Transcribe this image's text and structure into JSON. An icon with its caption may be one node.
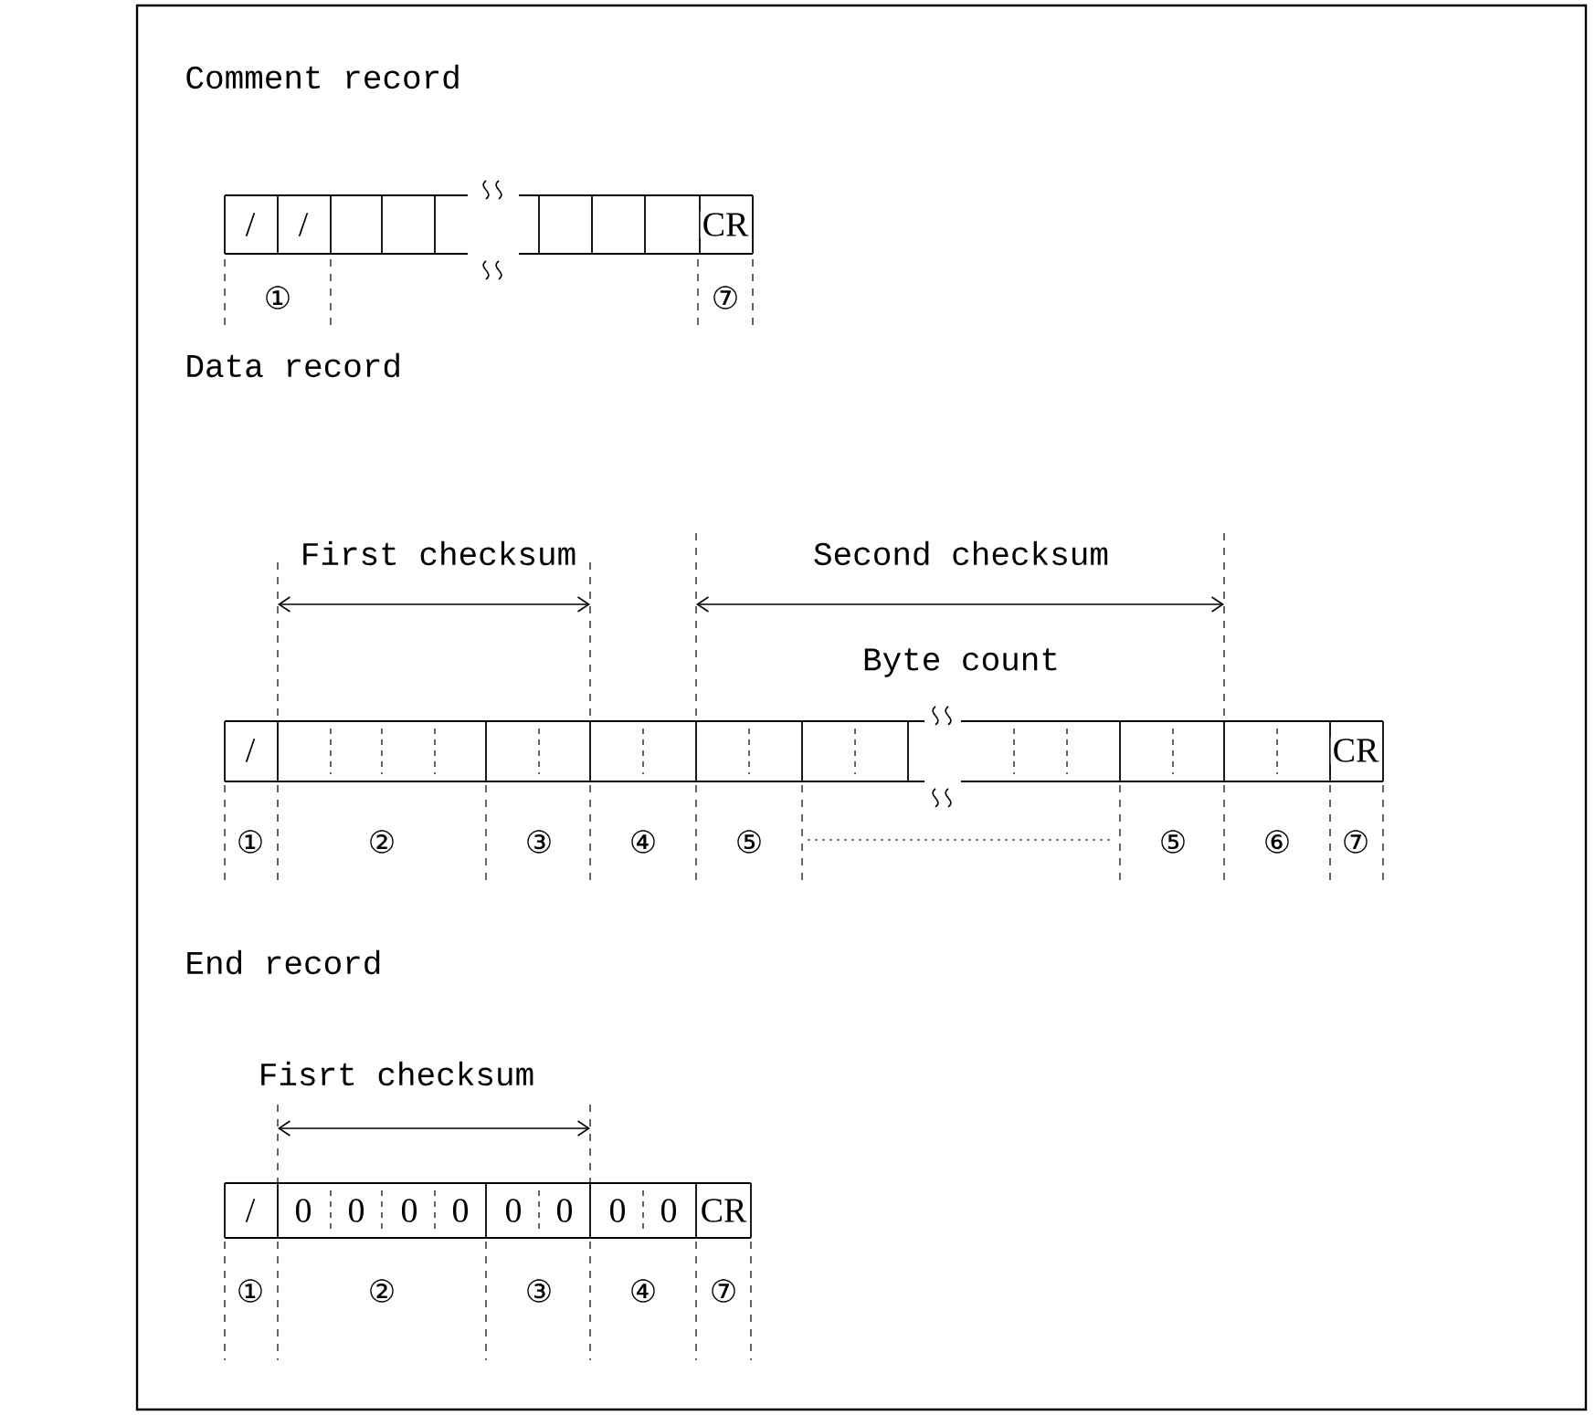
{
  "diagram": {
    "labels": [
      "Comment record",
      "/",
      "/",
      "CR",
      "①",
      "⑦",
      "Data record",
      "First checksum",
      "Second checksum",
      "Byte count",
      "/",
      "CR",
      "①",
      "②",
      "③",
      "④",
      "⑤",
      "⑤",
      "⑥",
      "⑦",
      "End record",
      "Fisrt checksum",
      "/",
      "0",
      "0",
      "0",
      "0",
      "0",
      "0",
      "0",
      "0",
      "CR",
      "①",
      "②",
      "③",
      "④",
      "⑦"
    ]
  }
}
